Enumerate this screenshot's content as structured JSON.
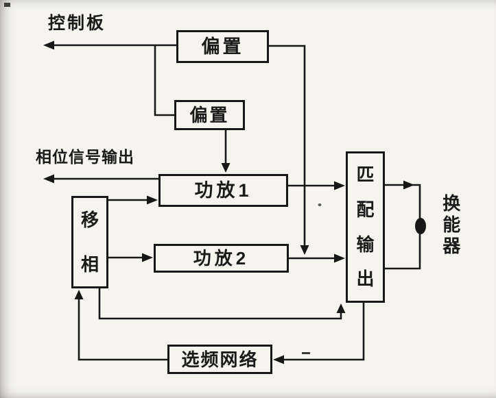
{
  "diagram": {
    "kind": "scanned-block-diagram",
    "external_labels": {
      "control_board": "控制板",
      "phase_signal_output": "相位信号输出",
      "transducer": "换能器"
    },
    "blocks": {
      "bias_1": "偏置",
      "bias_2": "偏置",
      "amp_1": "功放1",
      "amp_2": "功放2",
      "phase_shifter": "移相",
      "matching_output": "匹配输出",
      "frequency_network": "选频网络"
    },
    "colors": {
      "ink": "#1a1a1a",
      "paper": "#f5f4ef"
    }
  }
}
